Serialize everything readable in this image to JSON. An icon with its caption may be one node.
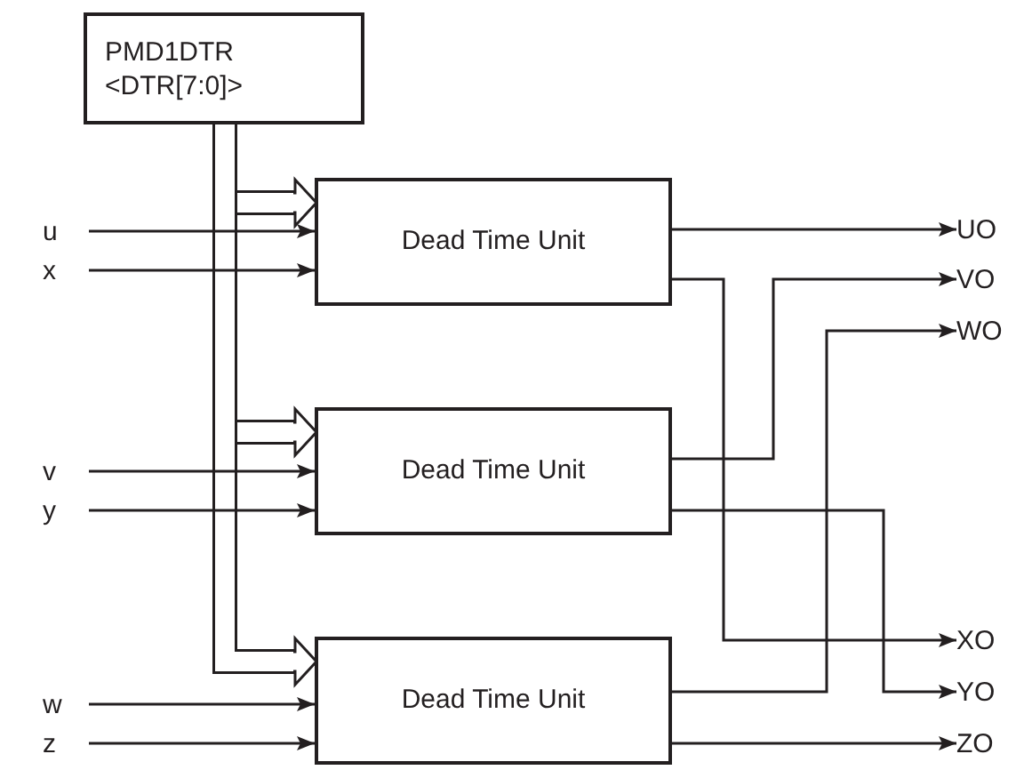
{
  "diagram": {
    "nodes": [
      {
        "text": [
          "PMD1DTR",
          "<DTR[7:0]>"
        ]
      },
      {
        "text": [
          "Dead Time Unit"
        ]
      },
      {
        "text": [
          "Dead Time Unit"
        ]
      },
      {
        "text": [
          "Dead Time Unit"
        ]
      },
      {
        "text": [
          "u"
        ]
      },
      {
        "text": [
          "x"
        ]
      },
      {
        "text": [
          "v"
        ]
      },
      {
        "text": [
          "y"
        ]
      },
      {
        "text": [
          "w"
        ]
      },
      {
        "text": [
          "z"
        ]
      },
      {
        "text": [
          "UO"
        ]
      },
      {
        "text": [
          "VO"
        ]
      },
      {
        "text": [
          "WO"
        ]
      },
      {
        "text": [
          "XO"
        ]
      },
      {
        "text": [
          "YO"
        ]
      },
      {
        "text": [
          "ZO"
        ]
      }
    ],
    "edges": [
      {
        "from": 0,
        "to": 1,
        "arrow": "to",
        "style": "thick"
      },
      {
        "from": 0,
        "to": 2,
        "arrow": "to",
        "style": "thick"
      },
      {
        "from": 0,
        "to": 3,
        "arrow": "to",
        "style": "thick"
      },
      {
        "from": 4,
        "to": 1,
        "arrow": "to"
      },
      {
        "from": 5,
        "to": 1,
        "arrow": "to"
      },
      {
        "from": 6,
        "to": 2,
        "arrow": "to"
      },
      {
        "from": 7,
        "to": 2,
        "arrow": "to"
      },
      {
        "from": 8,
        "to": 3,
        "arrow": "to"
      },
      {
        "from": 9,
        "to": 3,
        "arrow": "to"
      },
      {
        "from": 1,
        "to": 10,
        "arrow": "to"
      },
      {
        "from": 1,
        "to": 13,
        "arrow": "to"
      },
      {
        "from": 2,
        "to": 11,
        "arrow": "to"
      },
      {
        "from": 2,
        "to": 14,
        "arrow": "to"
      },
      {
        "from": 3,
        "to": 12,
        "arrow": "to"
      },
      {
        "from": 3,
        "to": 15,
        "arrow": "to"
      }
    ]
  }
}
